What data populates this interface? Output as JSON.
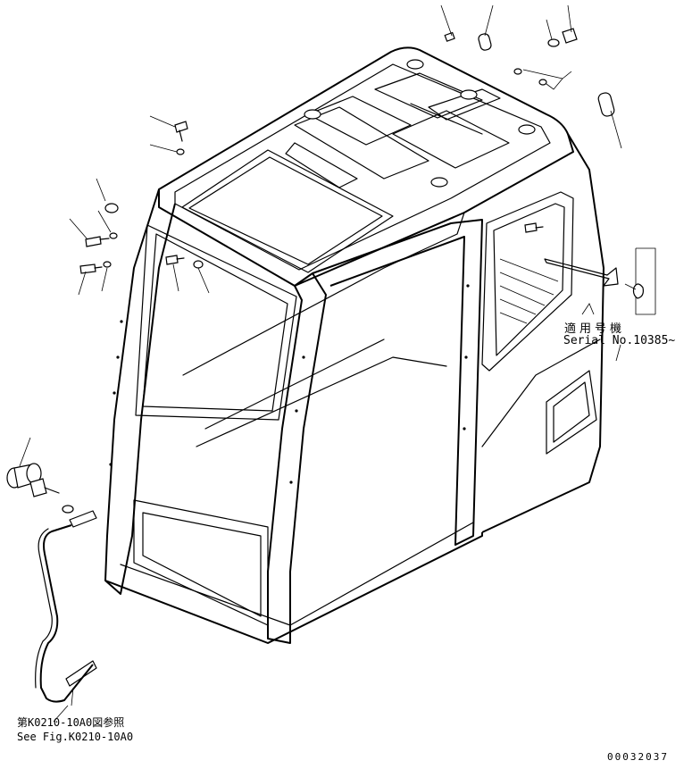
{
  "labels": {
    "serial_jp": "適用号機",
    "serial_en": "Serial No.10385~",
    "reference_jp": "第K0210-10A0図参照",
    "reference_en": "See Fig.K0210-10A0",
    "drawing_number": "00032037"
  },
  "colors": {
    "line": "#000000",
    "background": "#ffffff"
  }
}
